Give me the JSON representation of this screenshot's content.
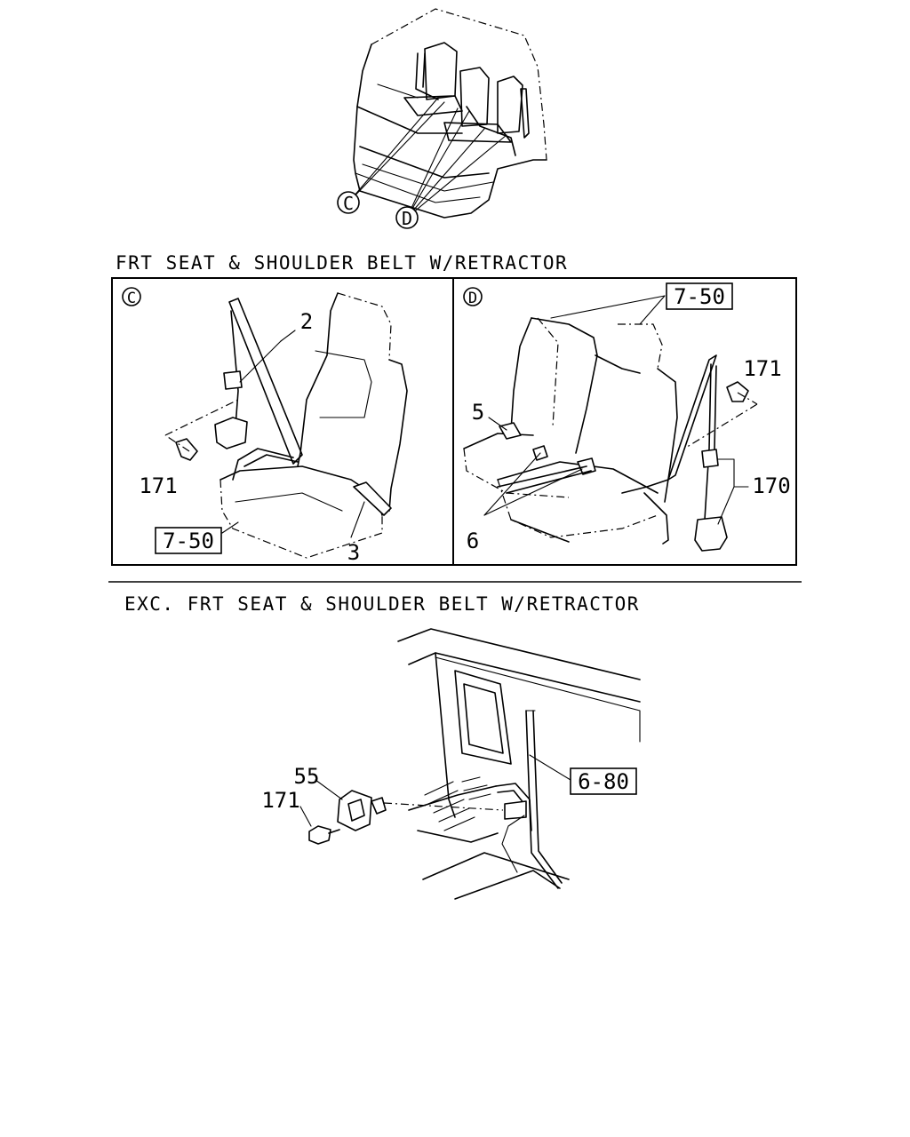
{
  "overview": {
    "callout_c": "C",
    "callout_d": "D"
  },
  "section1": {
    "heading": "FRT SEAT & SHOULDER BELT W/RETRACTOR",
    "panel_c": {
      "marker": "C",
      "labels": {
        "part_2": "2",
        "part_171": "171",
        "part_3": "3",
        "ref_7_50": "7-50"
      }
    },
    "panel_d": {
      "marker": "D",
      "labels": {
        "ref_7_50": "7-50",
        "part_171": "171",
        "part_5": "5",
        "part_170": "170",
        "part_6": "6"
      }
    }
  },
  "section2": {
    "heading": "EXC. FRT SEAT & SHOULDER BELT W/RETRACTOR",
    "labels": {
      "part_55": "55",
      "part_171": "171",
      "ref_6_80": "6-80"
    }
  }
}
